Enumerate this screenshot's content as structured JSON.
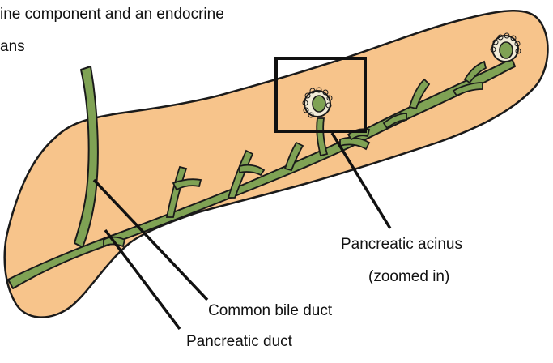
{
  "caption": {
    "line1": "ine component and an endocrine",
    "line2": "ans"
  },
  "labels": {
    "acinus_line1": "Pancreatic acinus",
    "acinus_line2": "(zoomed in)",
    "common_bile_duct": "Common bile duct",
    "pancreatic_duct": "Pancreatic duct"
  },
  "colors": {
    "gland_fill": "#f7c48b",
    "duct_fill": "#7fa254",
    "outline": "#1a1a1a",
    "acinus_cell": "#f2ecd8"
  }
}
